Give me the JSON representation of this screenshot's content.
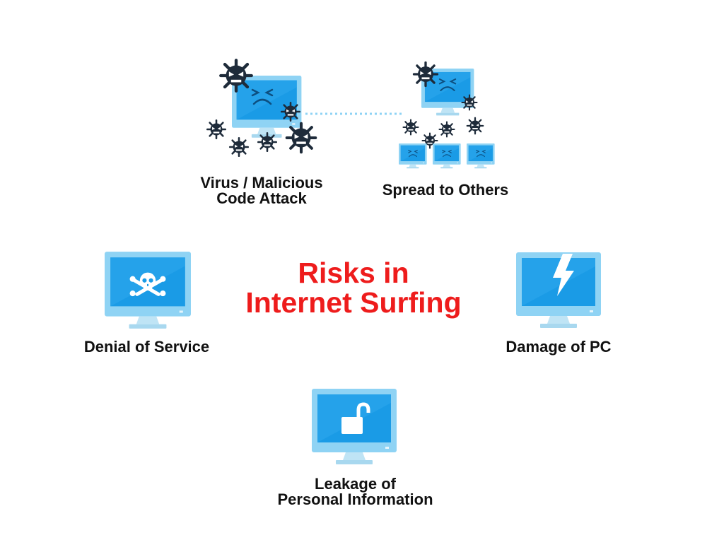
{
  "title": {
    "line1": "Risks in",
    "line2": "Internet Surfing"
  },
  "items": [
    {
      "id": "virus",
      "icon": "infected-monitor-icon",
      "label_lines": [
        "Virus / Malicious",
        "Code Attack"
      ]
    },
    {
      "id": "spread",
      "icon": "spreading-infection-icon",
      "label_lines": [
        "Spread to Others"
      ]
    },
    {
      "id": "dos",
      "icon": "skull-monitor-icon",
      "label_lines": [
        "Denial of Service"
      ]
    },
    {
      "id": "damage",
      "icon": "lightning-monitor-icon",
      "label_lines": [
        "Damage of PC"
      ]
    },
    {
      "id": "leak",
      "icon": "unlocked-padlock-monitor-icon",
      "label_lines": [
        "Leakage of",
        "Personal Information"
      ]
    }
  ],
  "colors": {
    "title": "#ee1c1c",
    "monitor_frame": "#8fd3f4",
    "monitor_screen": "#1a9be6",
    "monitor_stand": "#a8d8ef",
    "virus": "#1e2b3a",
    "label": "#111111"
  }
}
